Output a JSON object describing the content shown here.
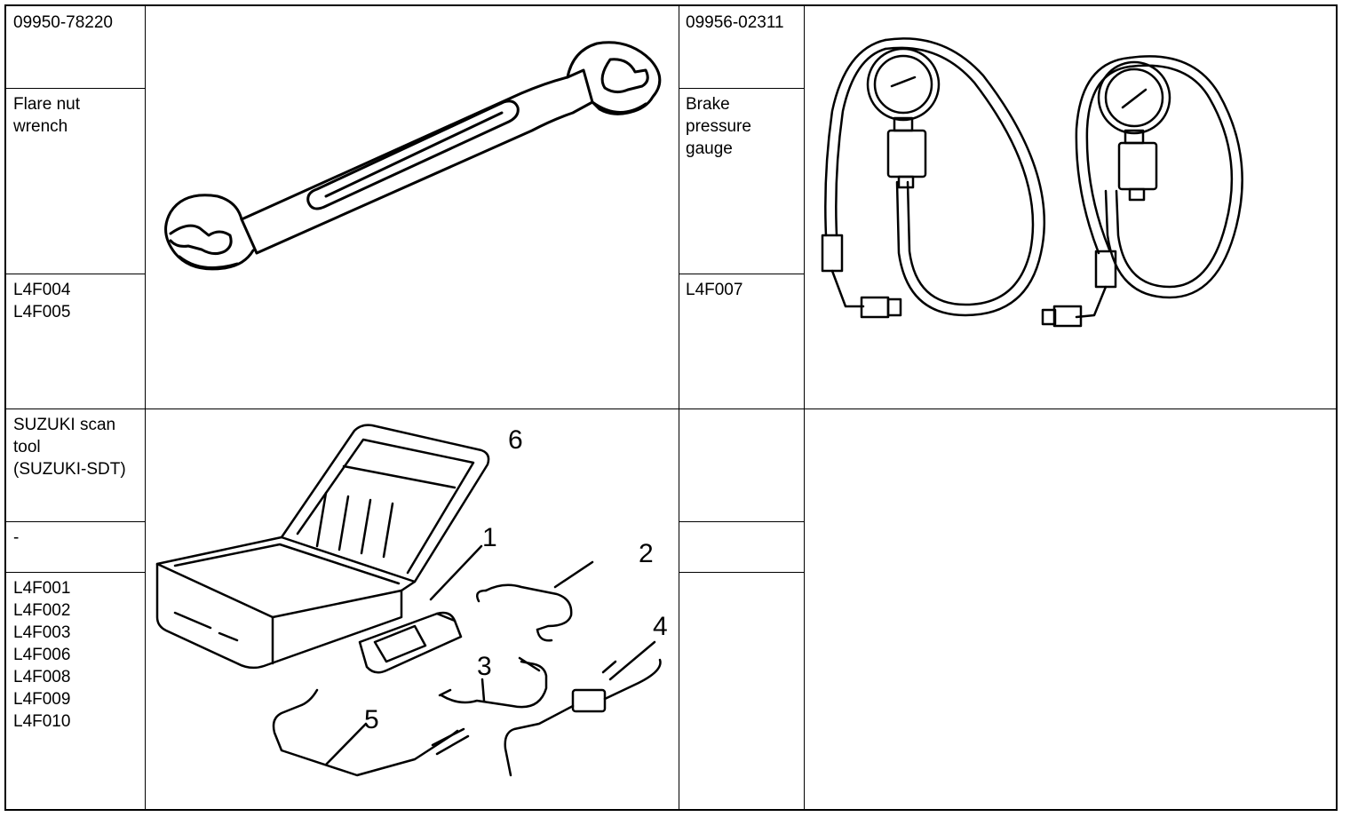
{
  "tools": [
    {
      "part_number": "09950-78220",
      "name": "Flare nut\nwrench",
      "reference": "",
      "codes": "L4F004\nL4F005",
      "illustration": "flare-nut-wrench"
    },
    {
      "part_number": "09956-02311",
      "name": "Brake\npressure\ngauge",
      "reference": "",
      "codes": "L4F007",
      "illustration": "brake-pressure-gauge"
    },
    {
      "part_number": "",
      "name": "SUZUKI scan\ntool\n(SUZUKI-SDT)",
      "reference": "-",
      "codes": "L4F001\nL4F002\nL4F003\nL4F006\nL4F008\nL4F009\nL4F010",
      "illustration": "suzuki-scan-tool-kit",
      "callouts": [
        "1",
        "2",
        "3",
        "4",
        "5",
        "6"
      ]
    },
    {
      "part_number": "",
      "name": "",
      "reference": "",
      "codes": "",
      "illustration": ""
    }
  ]
}
